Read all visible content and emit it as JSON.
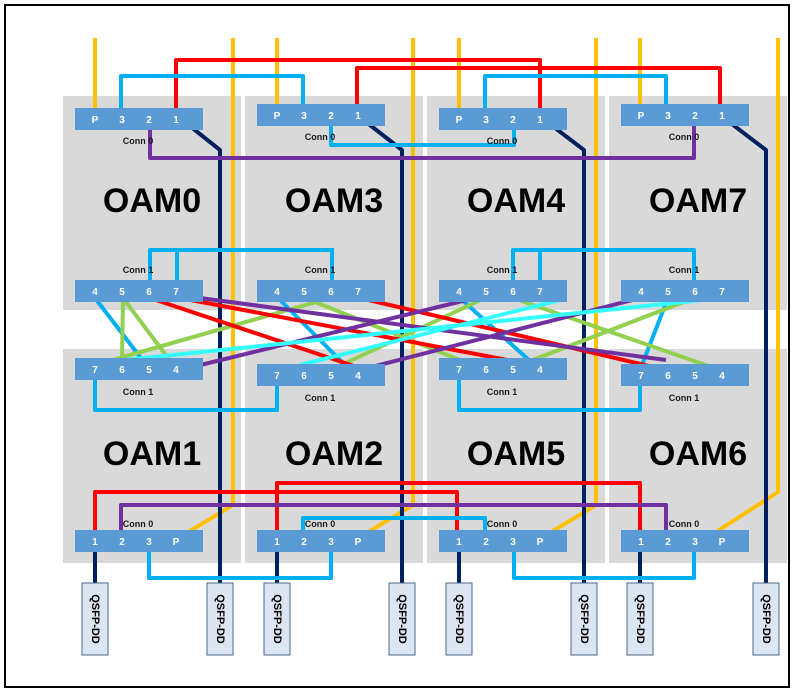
{
  "modules": {
    "top": [
      "OAM0",
      "OAM3",
      "OAM4",
      "OAM7"
    ],
    "bottom": [
      "OAM1",
      "OAM2",
      "OAM5",
      "OAM6"
    ]
  },
  "connectors": {
    "conn0": "Conn 0",
    "conn1": "Conn 1"
  },
  "ports": {
    "top_conn0": [
      "P",
      "3",
      "2",
      "1"
    ],
    "top_conn1": [
      "4",
      "5",
      "6",
      "7"
    ],
    "bottom_conn1": [
      "7",
      "6",
      "5",
      "4"
    ],
    "bottom_conn0": [
      "1",
      "2",
      "3",
      "P"
    ]
  },
  "transceiver": "QSFP-DD",
  "colors": {
    "module_bg": "#d9d9d9",
    "port_bar": "#5b9bd5",
    "link_red": "#ff0000",
    "link_light_blue": "#00b0f0",
    "link_cyan": "#33ffff",
    "link_purple": "#7030a0",
    "link_green": "#92d050",
    "link_gold": "#ffc000",
    "link_navy": "#002060",
    "qsfp_bg": "#dce6f2"
  }
}
